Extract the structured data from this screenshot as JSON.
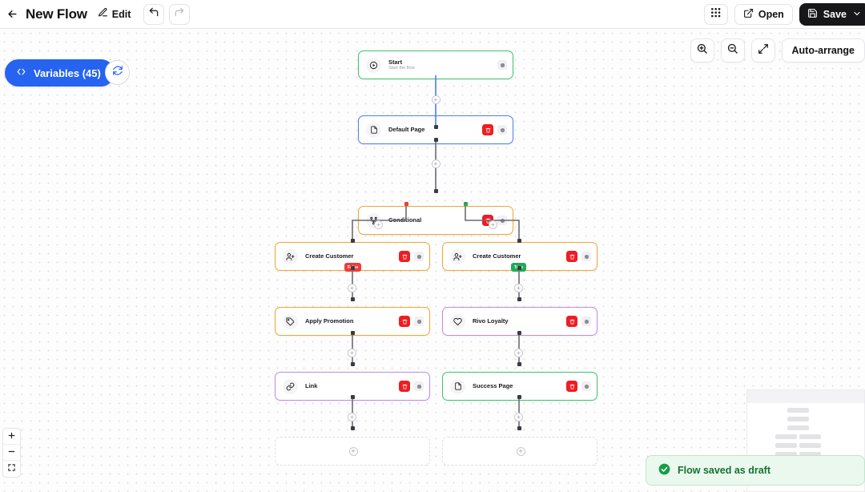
{
  "topbar": {
    "back_icon": "arrow-left-icon",
    "title": "New Flow",
    "edit_icon": "pencil-icon",
    "edit_label": "Edit",
    "undo_icon": "undo-icon",
    "redo_icon": "redo-icon",
    "qr_icon": "qr-code-icon",
    "open_icon": "external-link-icon",
    "open_label": "Open",
    "save_icon": "floppy-disk-icon",
    "save_label": "Save",
    "save_caret_icon": "chevron-down-icon"
  },
  "left_panel": {
    "variables_icon": "code-brackets-icon",
    "variables_label": "Variables (45)",
    "refresh_icon": "refresh-icon"
  },
  "canvas_toolbar": {
    "zoom_in_icon": "zoom-in-icon",
    "zoom_out_icon": "zoom-out-icon",
    "fit_icon": "expand-arrows-icon",
    "auto_arrange_label": "Auto-arrange"
  },
  "zoom_controls": {
    "plus_icon": "plus-icon",
    "minus_icon": "minus-icon",
    "fit_screen_icon": "fit-screen-icon"
  },
  "toast": {
    "icon": "check-circle-icon",
    "message": "Flow saved as draft"
  },
  "flow": {
    "nodes": [
      {
        "id": "start",
        "title": "Start",
        "subtitle": "Start the flow",
        "icon": "play-circle-icon",
        "accent": "#3ec46d",
        "has_delete": false,
        "has_gear": true
      },
      {
        "id": "default",
        "title": "Default Page",
        "subtitle": "",
        "icon": "file-icon",
        "accent": "#4a7ef0",
        "has_delete": true,
        "has_gear": true
      },
      {
        "id": "cond",
        "title": "Conditional",
        "subtitle": "",
        "icon": "git-branch-icon",
        "accent": "#f0a830",
        "has_delete": true,
        "has_gear": true
      },
      {
        "id": "cust_l",
        "title": "Create Customer",
        "subtitle": "",
        "icon": "user-plus-icon",
        "accent": "#f0a830",
        "has_delete": true,
        "has_gear": true
      },
      {
        "id": "cust_r",
        "title": "Create Customer",
        "subtitle": "",
        "icon": "user-plus-icon",
        "accent": "#f0a830",
        "has_delete": true,
        "has_gear": true
      },
      {
        "id": "promo",
        "title": "Apply Promotion",
        "subtitle": "",
        "icon": "tag-icon",
        "accent": "#f0a830",
        "has_delete": true,
        "has_gear": true
      },
      {
        "id": "rivo",
        "title": "Rivo Loyalty",
        "subtitle": "",
        "icon": "heart-icon",
        "accent": "#c08af2",
        "has_delete": true,
        "has_gear": true
      },
      {
        "id": "link",
        "title": "Link",
        "subtitle": "",
        "icon": "link-icon",
        "accent": "#c08af2",
        "has_delete": true,
        "has_gear": true
      },
      {
        "id": "success",
        "title": "Success Page",
        "subtitle": "",
        "icon": "file-icon",
        "accent": "#3ec46d",
        "has_delete": true,
        "has_gear": true
      },
      {
        "id": "empty_l",
        "title": "",
        "subtitle": "",
        "icon": "",
        "accent": "#e0e0e5",
        "has_delete": false,
        "has_gear": false
      },
      {
        "id": "empty_r",
        "title": "",
        "subtitle": "",
        "icon": "",
        "accent": "#e0e0e5",
        "has_delete": false,
        "has_gear": false
      }
    ],
    "branch_labels": {
      "false": "False",
      "true": "True"
    },
    "edge_add_icon": "plus-circle-icon",
    "node_delete_icon": "trash-icon",
    "node_settings_icon": "gear-icon"
  }
}
